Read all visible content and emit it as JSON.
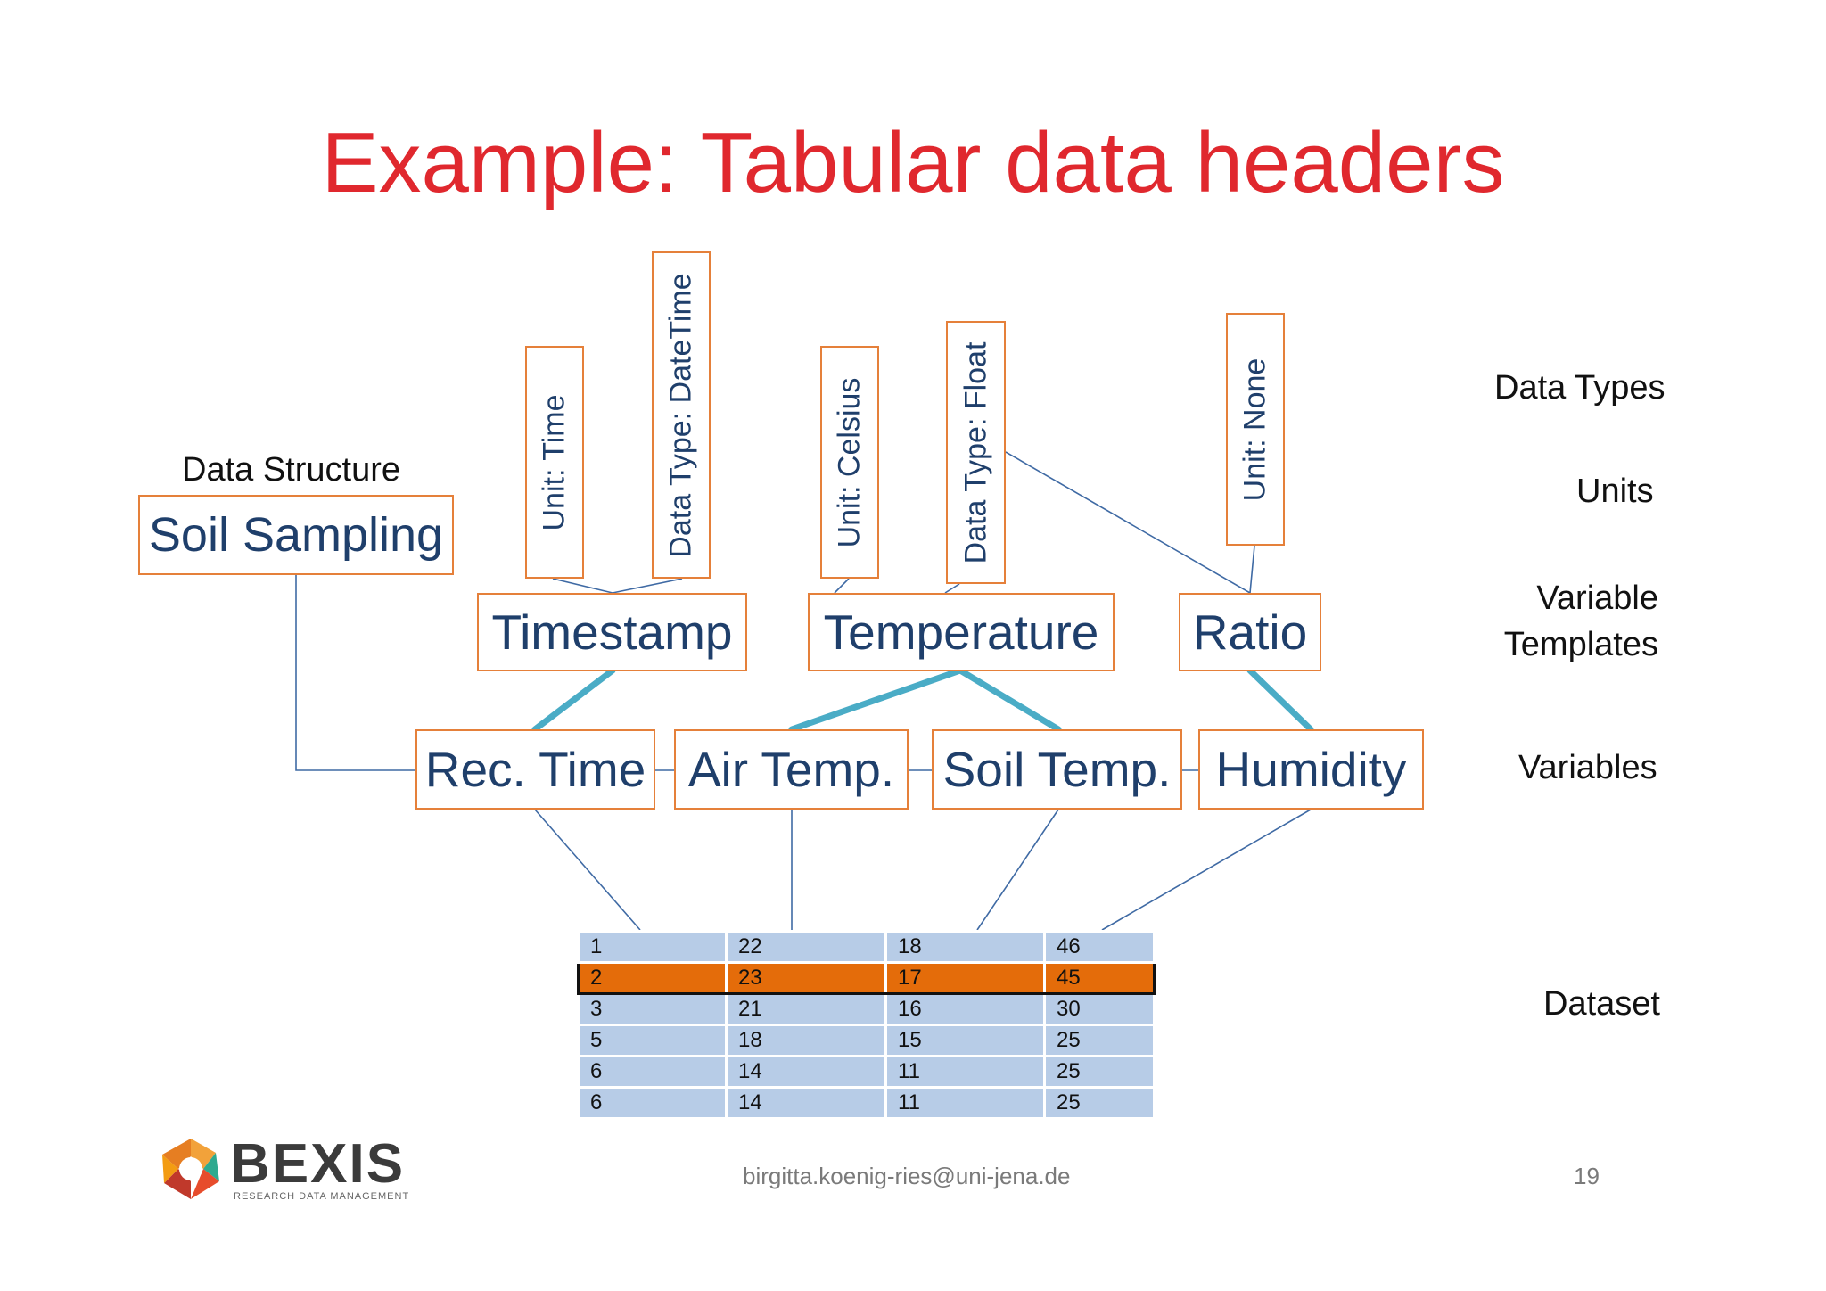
{
  "slide": {
    "title": "Example: Tabular data headers",
    "footer_email": "birgitta.koenig-ries@uni-jena.de",
    "page_number": "19"
  },
  "logo": {
    "name": "BEXIS",
    "tagline": "RESEARCH DATA MANAGEMENT"
  },
  "data_structure": {
    "label": "Data Structure",
    "name": "Soil Sampling"
  },
  "attributes": {
    "unit_time": "Unit: Time",
    "type_datetime": "Data Type: DateTime",
    "unit_celsius": "Unit: Celsius",
    "type_float": "Data Type: Float",
    "unit_none": "Unit: None"
  },
  "templates": {
    "timestamp": "Timestamp",
    "temperature": "Temperature",
    "ratio": "Ratio"
  },
  "variables": {
    "rec_time": "Rec. Time",
    "air_temp": "Air Temp.",
    "soil_temp": "Soil Temp.",
    "humidity": "Humidity"
  },
  "legend": {
    "data_types": "Data Types",
    "units": "Units",
    "variable_templates_1": "Variable",
    "variable_templates_2": "Templates",
    "variables": "Variables",
    "dataset": "Dataset"
  },
  "dataset": {
    "highlighted_row": 1,
    "rows": [
      [
        "1",
        "22",
        "18",
        "46"
      ],
      [
        "2",
        "23",
        "17",
        "45"
      ],
      [
        "3",
        "21",
        "16",
        "30"
      ],
      [
        "5",
        "18",
        "15",
        "25"
      ],
      [
        "6",
        "14",
        "11",
        "25"
      ],
      [
        "6",
        "14",
        "11",
        "25"
      ]
    ]
  },
  "colors": {
    "title": "#e0282e",
    "box_border": "#e5803a",
    "box_text": "#1f3f6b",
    "thin_line": "#3f6aa4",
    "thick_line": "#4aacc6",
    "cell": "#b7cce7",
    "highlight": "#e46c0a"
  }
}
